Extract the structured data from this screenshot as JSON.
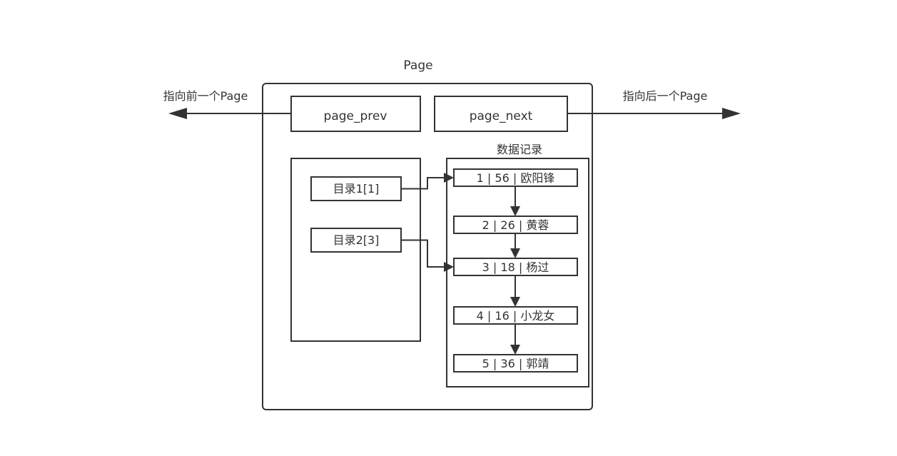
{
  "page_label": "Page",
  "left_arrow_label": "指向前一个Page",
  "right_arrow_label": "指向后一个Page",
  "prev_label": "page_prev",
  "next_label": "page_next",
  "records_title": "数据记录",
  "directory": [
    {
      "label": "目录1[1]",
      "points_to": 0
    },
    {
      "label": "目录2[3]",
      "points_to": 2
    }
  ],
  "records": [
    {
      "label": "1 | 56 | 欧阳锋"
    },
    {
      "label": "2 | 26 | 黄蓉"
    },
    {
      "label": "3 | 18 | 杨过"
    },
    {
      "label": "4 | 16 | 小龙女"
    },
    {
      "label": "5 | 36 | 郭靖"
    }
  ],
  "colors": {
    "stroke": "#333333",
    "fill": "#ffffff"
  }
}
